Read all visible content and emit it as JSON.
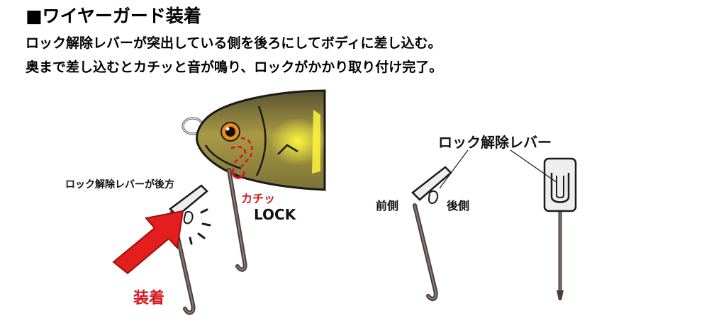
{
  "header": {
    "title": "■ワイヤーガード装着",
    "line1": "ロック解除レバーが突出している側を後ろにしてボディに差し込む。",
    "line2": "奥まで差し込むとカチッと音が鳴り、ロックがかかり取り付け完了。"
  },
  "labels": {
    "lever_back": "ロック解除レバーが後方",
    "click": "カチッ",
    "lock": "LOCK",
    "install": "装着",
    "lever": "ロック解除レバー",
    "front": "前側",
    "back": "後側"
  },
  "colors": {
    "arrow_red": "#e41d1d",
    "accent_red": "#d7161f",
    "lure_body": "#a89a45",
    "lure_belly": "#f4ec3a",
    "eye_ring": "#f08d17",
    "wire": "#4a3f3a"
  }
}
